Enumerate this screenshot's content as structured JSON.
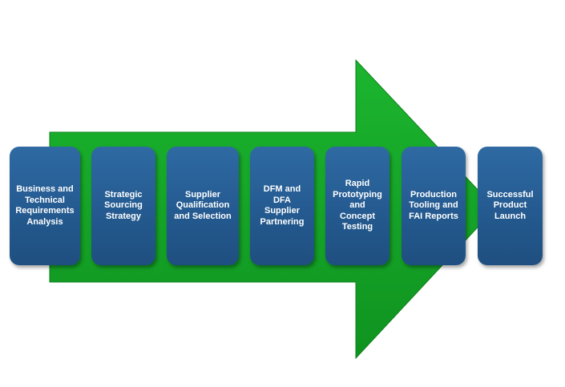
{
  "colors": {
    "arrow": "#12a124",
    "arrow_edge": "#0d7f1b",
    "step_fill": "#245a90",
    "step_text": "#ffffff"
  },
  "steps": [
    {
      "label": "Business and\nTechnical\nRequirements\nAnalysis"
    },
    {
      "label": "Strategic\nSourcing\nStrategy"
    },
    {
      "label": "Supplier\nQualification\nand Selection"
    },
    {
      "label": "DFM and\nDFA\nSupplier\nPartnering"
    },
    {
      "label": "Rapid\nPrototyping\nand\nConcept\nTesting"
    },
    {
      "label": "Production\nTooling and\nFAI Reports"
    },
    {
      "label": "Successful\nProduct\nLaunch"
    }
  ]
}
